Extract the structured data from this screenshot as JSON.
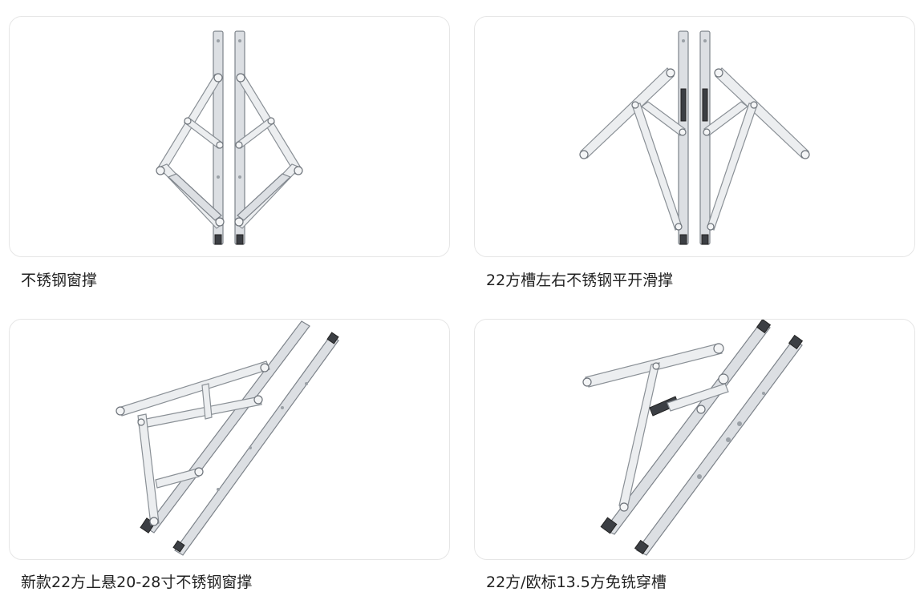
{
  "products": [
    {
      "name": "不锈钢窗撑",
      "image_icon": "stainless-window-stay-icon"
    },
    {
      "name": "22方槽左右不锈钢平开滑撑",
      "image_icon": "casement-friction-stay-icon"
    },
    {
      "name": "新款22方上悬20-28寸不锈钢窗撑",
      "image_icon": "top-hung-window-stay-icon"
    },
    {
      "name": "22方/欧标13.5方免铣穿槽",
      "image_icon": "euro-groove-friction-stay-icon"
    }
  ]
}
